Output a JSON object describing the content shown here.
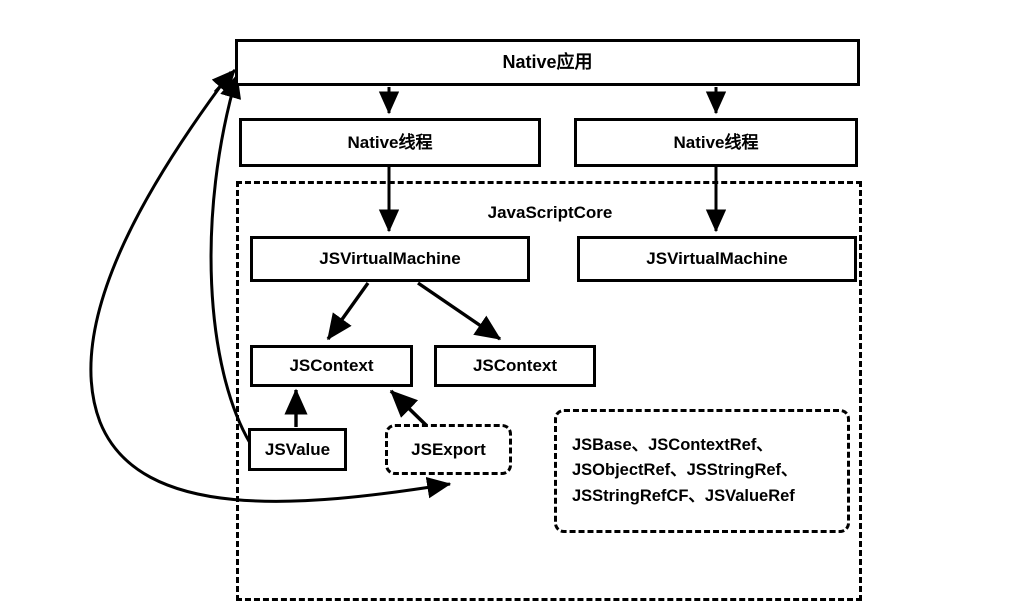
{
  "diagram": {
    "title_node": {
      "label": "Native应用"
    },
    "threads": [
      {
        "label": "Native线程"
      },
      {
        "label": "Native线程"
      }
    ],
    "core_container": {
      "label": "JavaScriptCore"
    },
    "virtual_machines": [
      {
        "label": "JSVirtualMachine"
      },
      {
        "label": "JSVirtualMachine"
      }
    ],
    "contexts": [
      {
        "label": "JSContext"
      },
      {
        "label": "JSContext"
      }
    ],
    "value_node": {
      "label": "JSValue"
    },
    "export_node": {
      "label": "JSExport"
    },
    "c_api_box": {
      "lines": [
        "JSBase、JSContextRef、",
        "JSObjectRef、JSStringRef、",
        "JSStringRefCF、JSValueRef"
      ]
    },
    "colors": {
      "stroke": "#000000",
      "background": "#ffffff",
      "text": "#000000"
    }
  }
}
